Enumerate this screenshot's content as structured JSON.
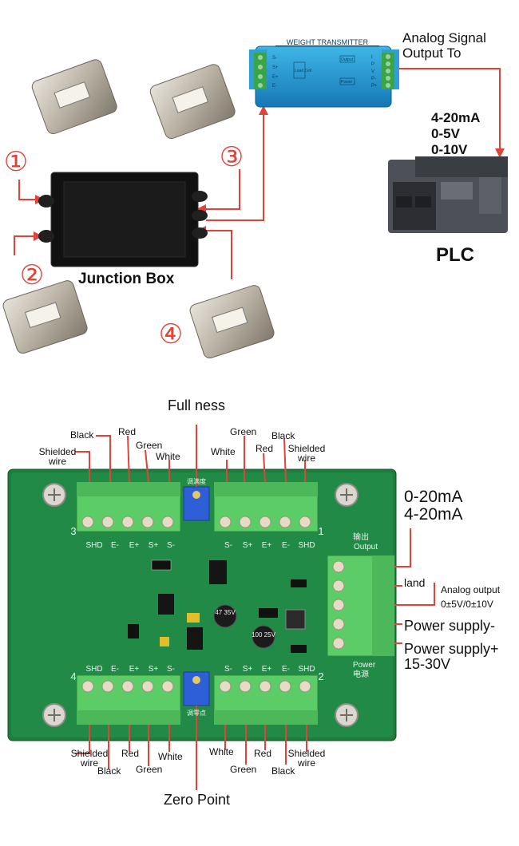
{
  "top": {
    "transmitter_title": "WEIGHT TRANSMITTER",
    "transmitter_left_pins": [
      "S-",
      "S+",
      "E+",
      "E-"
    ],
    "transmitter_load_cell": "Load Cell",
    "transmitter_output": "Output",
    "transmitter_right_pins": [
      "I",
      "P",
      "V",
      "P-",
      "P+"
    ],
    "transmitter_power": "Power",
    "analog_signal_line1": "Analog Signal",
    "analog_signal_line2": "Output To",
    "signal_ranges": [
      "4-20mA",
      "0-5V",
      "0-10V"
    ],
    "plc_label": "PLC",
    "junction_box_label": "Junction Box",
    "sensor_numbers": [
      "①",
      "②",
      "③",
      "④"
    ]
  },
  "board": {
    "fullness_label": "Full ness",
    "zero_point_label": "Zero Point",
    "left_top_wires": [
      "Shielded wire",
      "Black",
      "Red",
      "Green",
      "White"
    ],
    "right_top_wires": [
      "White",
      "Green",
      "Red",
      "Black",
      "Shielded wire"
    ],
    "left_bottom_wires": [
      "Shielded wire",
      "Black",
      "Red",
      "Green",
      "White"
    ],
    "right_bottom_wires": [
      "White",
      "Green",
      "Red",
      "Black",
      "Shielded wire"
    ],
    "pcb_top_left_pins": [
      "SHD",
      "E-",
      "E+",
      "S+",
      "S-"
    ],
    "pcb_top_right_pins": [
      "S-",
      "S+",
      "E+",
      "E-",
      "SHD"
    ],
    "pcb_bottom_left_pins": [
      "SHD",
      "E-",
      "E+",
      "S+",
      "S-"
    ],
    "pcb_bottom_right_pins": [
      "S-",
      "S+",
      "E+",
      "E-",
      "SHD"
    ],
    "port_numbers": [
      "3",
      "1",
      "4",
      "2"
    ],
    "output_cn": "输出",
    "output_en": "Output",
    "power_en": "Power",
    "power_cn": "电源",
    "adj_top_cn": "调满度",
    "adj_bottom_cn": "调零点",
    "current_out_1": "0-20mA",
    "current_out_2": "4-20mA",
    "land": "land",
    "analog_output_1": "Analog output",
    "analog_output_2": "0±5V/0±10V",
    "power_minus": "Power supply-",
    "power_plus": "Power supply+",
    "power_range": "15-30V",
    "cap_label_1": "47\n35V",
    "cap_label_2": "100\n25V"
  }
}
